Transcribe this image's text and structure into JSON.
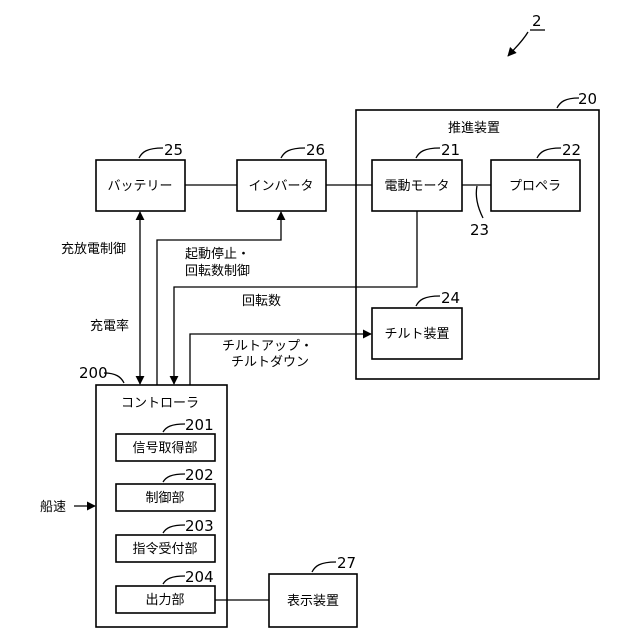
{
  "figure_number": "2",
  "refs": {
    "propulsion": "20",
    "motor": "21",
    "propeller": "22",
    "shaft": "23",
    "tilt": "24",
    "battery": "25",
    "inverter": "26",
    "display": "27",
    "controller": "200",
    "signal": "201",
    "control": "202",
    "command": "203",
    "output": "204"
  },
  "labels": {
    "propulsion": "推進装置",
    "battery": "バッテリー",
    "inverter": "インバータ",
    "motor": "電動モータ",
    "propeller": "プロペラ",
    "tilt": "チルト装置",
    "controller": "コントローラ",
    "signal": "信号取得部",
    "control": "制御部",
    "command": "指令受付部",
    "output": "出力部",
    "display": "表示装置"
  },
  "signals": {
    "charge_discharge_control": "充放電制御",
    "charge_rate": "充電率",
    "start_stop_line1": "起動停止・",
    "start_stop_line2": "回転数制御",
    "rpm": "回転数",
    "tilt_line1": "チルトアップ・",
    "tilt_line2": "チルトダウン",
    "boat_speed": "船速"
  }
}
